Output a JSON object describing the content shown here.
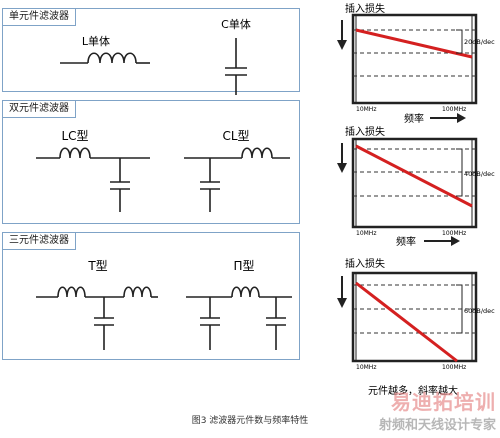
{
  "sections": [
    {
      "label": "单元件滤波器",
      "circuits": [
        "L单体",
        "C单体"
      ]
    },
    {
      "label": "双元件滤波器",
      "circuits": [
        "LC型",
        "CL型"
      ]
    },
    {
      "label": "三元件滤波器",
      "circuits": [
        "T型",
        "Π型"
      ]
    }
  ],
  "graphs": [
    {
      "ylabel": "插入损失",
      "x_start": "10MHz",
      "x_end": "100MHz",
      "slope": "20dB/dec",
      "xlabel": "频率"
    },
    {
      "ylabel": "插入损失",
      "x_start": "10MHz",
      "x_end": "100MHz",
      "slope": "40dB/dec",
      "xlabel": "频率"
    },
    {
      "ylabel": "插入损失",
      "x_start": "10MHz",
      "x_end": "100MHz",
      "slope": "60dB/dec",
      "xlabel": ""
    }
  ],
  "note": "元件越多，斜率越大",
  "caption": "图3  滤波器元件数与频率特性",
  "watermark": {
    "top": "易迪拓培训",
    "bottom": "射频和天线设计专家"
  },
  "colors": {
    "box_border": "#7fa3c7",
    "line": "#222222",
    "slope_line": "#d42020"
  }
}
